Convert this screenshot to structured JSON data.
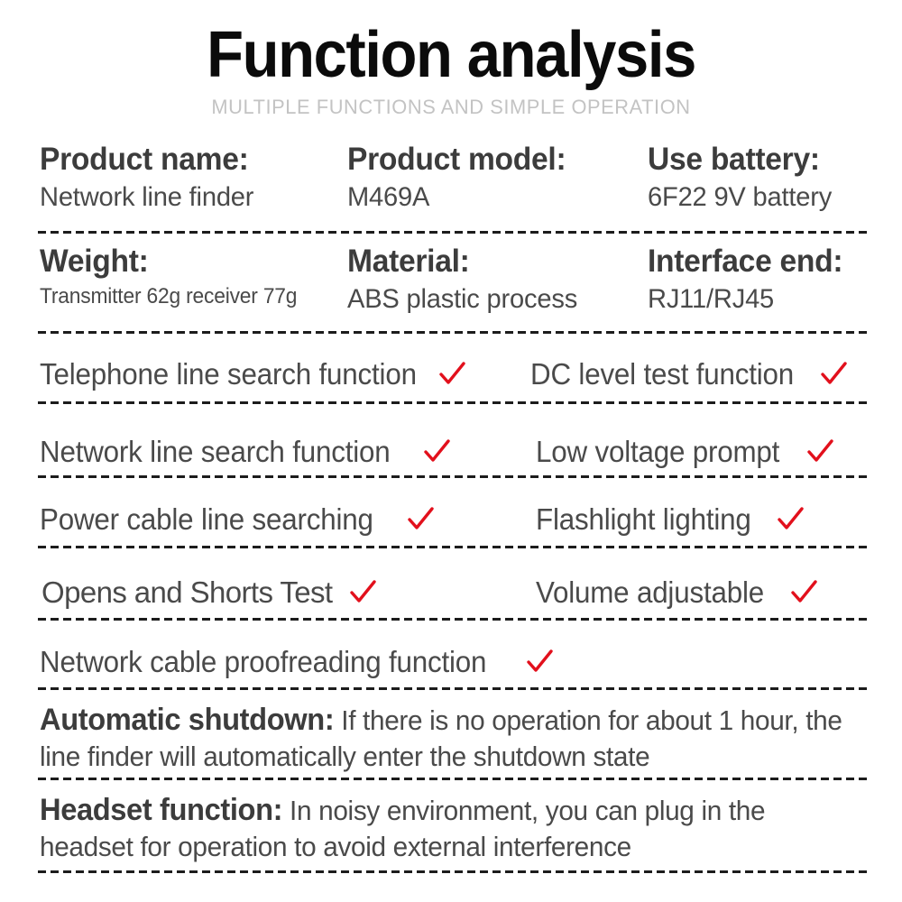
{
  "header": {
    "title": "Function analysis",
    "subtitle": "MULTIPLE FUNCTIONS AND SIMPLE OPERATION"
  },
  "colors": {
    "title": "#0b0b0b",
    "subtitle": "#c3c3c3",
    "text": "#4a4a4a",
    "label": "#3c3c3c",
    "check_red": "#e2101c",
    "dash": "#1c1c1c",
    "background": "#ffffff"
  },
  "specs": [
    {
      "cells": [
        {
          "label": "Product name:",
          "value": "Network line finder",
          "small": false
        },
        {
          "label": "Product model:",
          "value": "M469A",
          "small": false
        },
        {
          "label": "Use battery:",
          "value": "6F22 9V battery",
          "small": false
        }
      ]
    },
    {
      "cells": [
        {
          "label": "Weight:",
          "value": "Transmitter 62g receiver 77g",
          "small": true
        },
        {
          "label": "Material:",
          "value": "ABS plastic process",
          "small": false
        },
        {
          "label": "Interface end:",
          "value": "RJ11/RJ45",
          "small": false
        }
      ]
    }
  ],
  "features": [
    {
      "left": {
        "text": "Telephone line search function",
        "check": true
      },
      "right": {
        "text": "DC level test function",
        "check": true
      }
    },
    {
      "left": {
        "text": "Network line search function",
        "check": true
      },
      "right": {
        "text": "Low voltage prompt",
        "check": true
      }
    },
    {
      "left": {
        "text": "Power cable line searching",
        "check": true
      },
      "right": {
        "text": "Flashlight lighting",
        "check": true
      }
    },
    {
      "left": {
        "text": "Opens and Shorts Test",
        "check": true
      },
      "right": {
        "text": "Volume adjustable",
        "check": true
      }
    },
    {
      "left": {
        "text": "Network cable proofreading function",
        "check": true
      },
      "right": {
        "text": "",
        "check": false
      }
    }
  ],
  "paragraphs": [
    {
      "lead": "Automatic shutdown:",
      "body": " If there is no operation for about 1 hour, the line finder will automatically enter the shutdown state"
    },
    {
      "lead": "Headset function:",
      "body": " In noisy environment, you can plug in the headset for operation to avoid external interference"
    }
  ],
  "icons": {
    "check": "check-mark-icon"
  }
}
